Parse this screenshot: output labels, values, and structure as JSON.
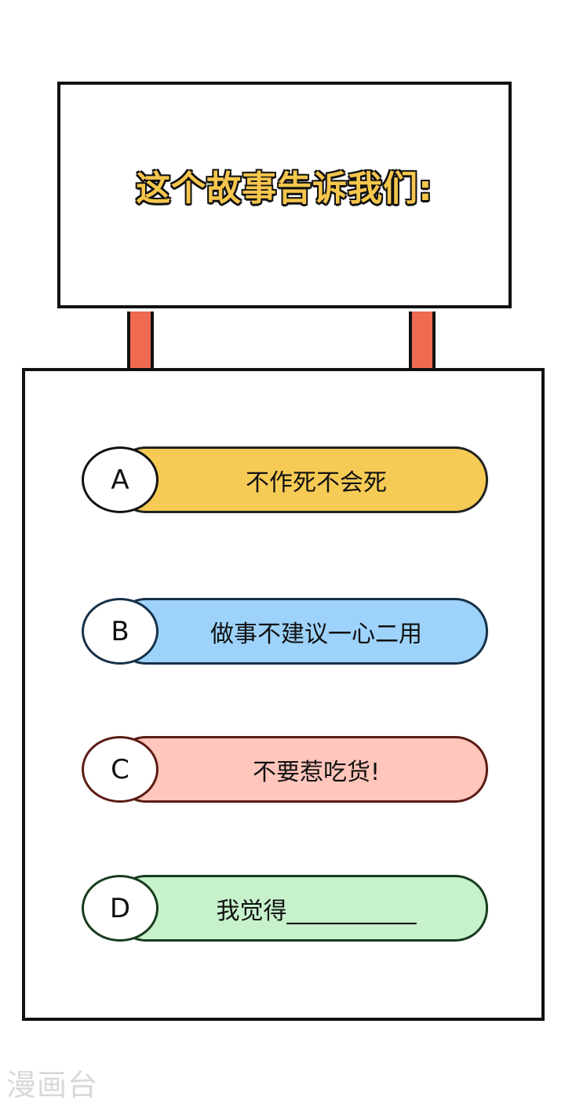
{
  "sign": {
    "title": "这个故事告诉我们:"
  },
  "options": [
    {
      "letter": "A",
      "text": "不作死不会死"
    },
    {
      "letter": "B",
      "text": "做事不建议一心二用"
    },
    {
      "letter": "C",
      "text": "不要惹吃货!"
    },
    {
      "letter": "D",
      "text": "我觉得___________"
    }
  ],
  "watermark": "漫画台",
  "colors": {
    "title_fill": "#f6c64d",
    "post": "#ee6a51",
    "option_a": "#f6cb55",
    "option_b": "#9dd3fb",
    "option_c": "#ffc6bc",
    "option_d": "#c7f1cb",
    "outline": "#111111"
  }
}
